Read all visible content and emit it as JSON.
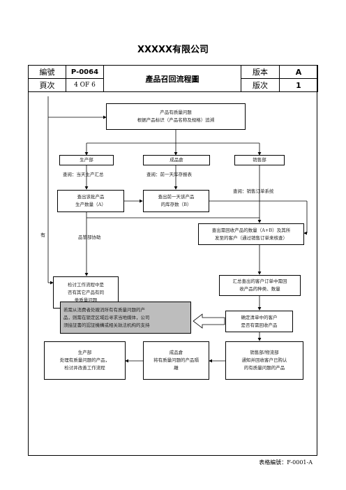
{
  "company": "XXXXX有限公司",
  "header": {
    "doc_no_label": "編號",
    "doc_no": "P-0064",
    "page_label": "頁次",
    "page": "4 OF 6",
    "title": "產品召回流程圖",
    "version_label": "版本",
    "version": "A",
    "revision_label": "版次",
    "revision": "1"
  },
  "flow": {
    "top": [
      "产品有质量问题",
      "根据产品标识（产品名称及规格）追溯"
    ],
    "production": "生产部",
    "warehouse": "成品倉",
    "sales": "销售部",
    "query_production": "查阅：当天生产汇总",
    "query_warehouse": "查阅：前一天库存报表",
    "query_sales": "查阅：销售订单系统",
    "batch_qty": [
      "查出该批产品",
      "生产数量（A）"
    ],
    "stock_qty": [
      "查出前一天该产品",
      "的库存数（B）"
    ],
    "recall_qty": [
      "查出需回收产品的数量（A+B）及其所",
      "发至的客户（通过销售订单来核查）"
    ],
    "yes_label": "有",
    "qa_assist": "品管部协助",
    "check_process": [
      "检讨工作流程中是",
      "否有其它产品有同",
      "类质量问题"
    ],
    "summary": [
      "汇总查出的客户订单中需回",
      "收产品的种类、数量"
    ],
    "notice": [
      "若需从消费者处撤消所有有质量问题的产",
      "品，则需在锁定区域后寻求当地媒体，公司",
      "须接証書的認証機構或相关執法机构的支持"
    ],
    "confirm": [
      "确定清单中的客户",
      "是否有需回收产品"
    ],
    "prod_handle": [
      "生产部",
      "处理有质量问题的产品，",
      "检讨并改善工作流程"
    ],
    "wh_isolate": [
      "成品倉",
      "将有质量问题的产品隔",
      "離"
    ],
    "sales_notify": [
      "销售部/物流部",
      "通知并回收客户已购认",
      "的有质量问题的产品"
    ]
  },
  "footer": "表格編號：F-0001-A"
}
